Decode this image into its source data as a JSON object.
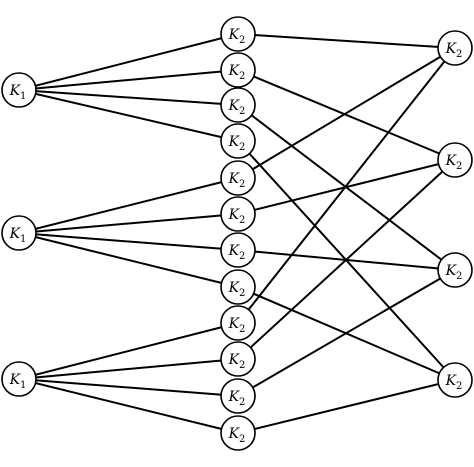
{
  "diagram": {
    "colors": {
      "stroke": "#000000",
      "fill": "#ffffff",
      "text": "#000000"
    },
    "nodes": [
      {
        "id": "L1",
        "col": "left",
        "letter": "K",
        "sub": "1"
      },
      {
        "id": "L2",
        "col": "left",
        "letter": "K",
        "sub": "1"
      },
      {
        "id": "L3",
        "col": "left",
        "letter": "K",
        "sub": "1"
      },
      {
        "id": "M1",
        "col": "middle",
        "letter": "K",
        "sub": "2"
      },
      {
        "id": "M2",
        "col": "middle",
        "letter": "K",
        "sub": "2"
      },
      {
        "id": "M3",
        "col": "middle",
        "letter": "K",
        "sub": "2"
      },
      {
        "id": "M4",
        "col": "middle",
        "letter": "K",
        "sub": "2"
      },
      {
        "id": "M5",
        "col": "middle",
        "letter": "K",
        "sub": "2"
      },
      {
        "id": "M6",
        "col": "middle",
        "letter": "K",
        "sub": "2"
      },
      {
        "id": "M7",
        "col": "middle",
        "letter": "K",
        "sub": "2"
      },
      {
        "id": "M8",
        "col": "middle",
        "letter": "K",
        "sub": "2"
      },
      {
        "id": "M9",
        "col": "middle",
        "letter": "K",
        "sub": "2"
      },
      {
        "id": "M10",
        "col": "middle",
        "letter": "K",
        "sub": "2"
      },
      {
        "id": "M11",
        "col": "middle",
        "letter": "K",
        "sub": "2"
      },
      {
        "id": "M12",
        "col": "middle",
        "letter": "K",
        "sub": "2"
      },
      {
        "id": "R1",
        "col": "right",
        "letter": "K",
        "sub": "2"
      },
      {
        "id": "R2",
        "col": "right",
        "letter": "K",
        "sub": "2"
      },
      {
        "id": "R3",
        "col": "right",
        "letter": "K",
        "sub": "2"
      },
      {
        "id": "R4",
        "col": "right",
        "letter": "K",
        "sub": "2"
      }
    ],
    "edges": [
      [
        "L1",
        "M1"
      ],
      [
        "L1",
        "M2"
      ],
      [
        "L1",
        "M3"
      ],
      [
        "L1",
        "M4"
      ],
      [
        "L2",
        "M5"
      ],
      [
        "L2",
        "M6"
      ],
      [
        "L2",
        "M7"
      ],
      [
        "L2",
        "M8"
      ],
      [
        "L3",
        "M9"
      ],
      [
        "L3",
        "M10"
      ],
      [
        "L3",
        "M11"
      ],
      [
        "L3",
        "M12"
      ],
      [
        "M1",
        "R1"
      ],
      [
        "M2",
        "R2"
      ],
      [
        "M3",
        "R3"
      ],
      [
        "M4",
        "R4"
      ],
      [
        "M5",
        "R1"
      ],
      [
        "M6",
        "R2"
      ],
      [
        "M7",
        "R3"
      ],
      [
        "M8",
        "R4"
      ],
      [
        "M9",
        "R1"
      ],
      [
        "M10",
        "R2"
      ],
      [
        "M11",
        "R3"
      ],
      [
        "M12",
        "R4"
      ]
    ]
  }
}
